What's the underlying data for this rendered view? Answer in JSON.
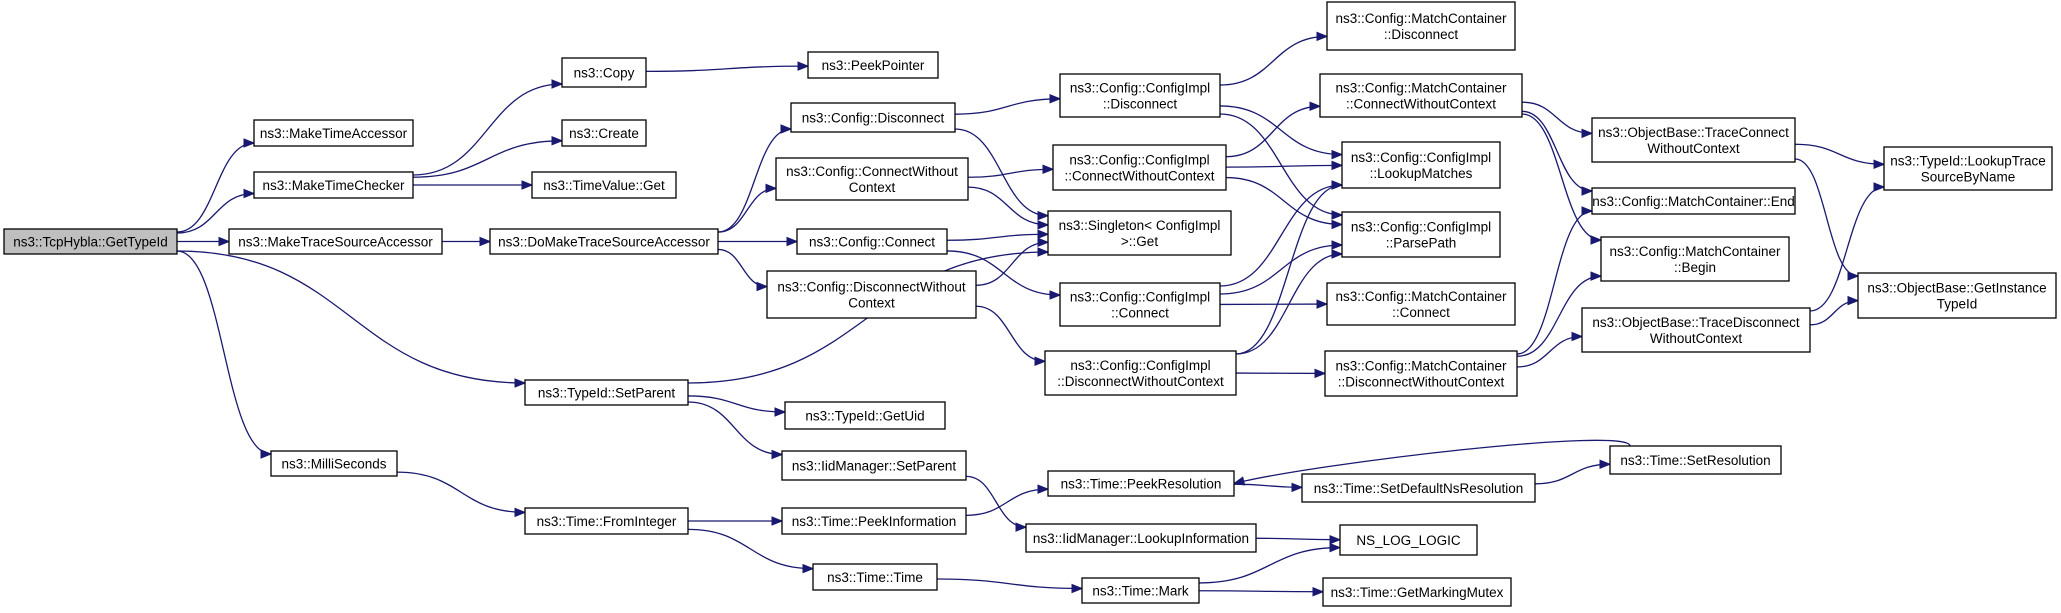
{
  "diagram": {
    "type": "call-graph",
    "colors": {
      "edge": "#191970",
      "node_border": "#000000",
      "root_fill": "#bfbfbf",
      "node_fill": "#ffffff"
    },
    "nodes": [
      {
        "id": "n0",
        "lines": [
          "ns3::TcpHybla::GetTypeId"
        ],
        "root": true
      },
      {
        "id": "n1",
        "lines": [
          "ns3::MakeTimeAccessor"
        ]
      },
      {
        "id": "n2",
        "lines": [
          "ns3::MakeTimeChecker"
        ]
      },
      {
        "id": "n3",
        "lines": [
          "ns3::MakeTraceSourceAccessor"
        ]
      },
      {
        "id": "n4",
        "lines": [
          "ns3::TypeId::SetParent"
        ]
      },
      {
        "id": "n5",
        "lines": [
          "ns3::MilliSeconds"
        ]
      },
      {
        "id": "n6",
        "lines": [
          "ns3::Copy"
        ]
      },
      {
        "id": "n7",
        "lines": [
          "ns3::Create"
        ]
      },
      {
        "id": "n8",
        "lines": [
          "ns3::TimeValue::Get"
        ]
      },
      {
        "id": "n9",
        "lines": [
          "ns3::DoMakeTraceSourceAccessor"
        ]
      },
      {
        "id": "n10",
        "lines": [
          "ns3::Time::FromInteger"
        ]
      },
      {
        "id": "n11",
        "lines": [
          "ns3::PeekPointer"
        ]
      },
      {
        "id": "n12",
        "lines": [
          "ns3::Config::Disconnect"
        ]
      },
      {
        "id": "n13",
        "lines": [
          "ns3::Config::ConnectWithout",
          "Context"
        ]
      },
      {
        "id": "n14",
        "lines": [
          "ns3::Config::Connect"
        ]
      },
      {
        "id": "n15",
        "lines": [
          "ns3::Config::DisconnectWithout",
          "Context"
        ]
      },
      {
        "id": "n16",
        "lines": [
          "ns3::TypeId::GetUid"
        ]
      },
      {
        "id": "n17",
        "lines": [
          "ns3::IidManager::SetParent"
        ]
      },
      {
        "id": "n18",
        "lines": [
          "ns3::Time::PeekInformation"
        ]
      },
      {
        "id": "n19",
        "lines": [
          "ns3::Time::Time"
        ]
      },
      {
        "id": "n20",
        "lines": [
          "ns3::Config::ConfigImpl",
          "::Disconnect"
        ]
      },
      {
        "id": "n21",
        "lines": [
          "ns3::Config::ConfigImpl",
          "::ConnectWithoutContext"
        ]
      },
      {
        "id": "n22",
        "lines": [
          "ns3::Singleton< ConfigImpl",
          ">::Get"
        ]
      },
      {
        "id": "n23",
        "lines": [
          "ns3::Config::ConfigImpl",
          "::Connect"
        ]
      },
      {
        "id": "n24",
        "lines": [
          "ns3::Config::ConfigImpl",
          "::DisconnectWithoutContext"
        ]
      },
      {
        "id": "n25",
        "lines": [
          "ns3::Time::PeekResolution"
        ]
      },
      {
        "id": "n26",
        "lines": [
          "ns3::IidManager::LookupInformation"
        ]
      },
      {
        "id": "n27",
        "lines": [
          "ns3::Time::Mark"
        ]
      },
      {
        "id": "n28",
        "lines": [
          "ns3::Config::MatchContainer",
          "::Disconnect"
        ]
      },
      {
        "id": "n29",
        "lines": [
          "ns3::Config::MatchContainer",
          "::ConnectWithoutContext"
        ]
      },
      {
        "id": "n30",
        "lines": [
          "ns3::Config::ConfigImpl",
          "::LookupMatches"
        ]
      },
      {
        "id": "n31",
        "lines": [
          "ns3::Config::ConfigImpl",
          "::ParsePath"
        ]
      },
      {
        "id": "n32",
        "lines": [
          "ns3::Config::MatchContainer",
          "::Connect"
        ]
      },
      {
        "id": "n33",
        "lines": [
          "ns3::Config::MatchContainer",
          "::DisconnectWithoutContext"
        ]
      },
      {
        "id": "n34",
        "lines": [
          "ns3::Time::SetDefaultNsResolution"
        ]
      },
      {
        "id": "n35",
        "lines": [
          "NS_LOG_LOGIC"
        ]
      },
      {
        "id": "n36",
        "lines": [
          "ns3::Time::GetMarkingMutex"
        ]
      },
      {
        "id": "n37",
        "lines": [
          "ns3::ObjectBase::TraceConnect",
          "WithoutContext"
        ]
      },
      {
        "id": "n38",
        "lines": [
          "ns3::Config::MatchContainer::End"
        ]
      },
      {
        "id": "n39",
        "lines": [
          "ns3::Config::MatchContainer",
          "::Begin"
        ]
      },
      {
        "id": "n40",
        "lines": [
          "ns3::ObjectBase::TraceDisconnect",
          "WithoutContext"
        ]
      },
      {
        "id": "n41",
        "lines": [
          "ns3::Time::SetResolution"
        ]
      },
      {
        "id": "n42",
        "lines": [
          "ns3::TypeId::LookupTrace",
          "SourceByName"
        ]
      },
      {
        "id": "n43",
        "lines": [
          "ns3::ObjectBase::GetInstance",
          "TypeId"
        ]
      }
    ],
    "edges": [
      [
        "n0",
        "n1"
      ],
      [
        "n0",
        "n2"
      ],
      [
        "n0",
        "n3"
      ],
      [
        "n0",
        "n4"
      ],
      [
        "n0",
        "n5"
      ],
      [
        "n2",
        "n6"
      ],
      [
        "n2",
        "n7"
      ],
      [
        "n2",
        "n8"
      ],
      [
        "n3",
        "n9"
      ],
      [
        "n6",
        "n11"
      ],
      [
        "n9",
        "n12"
      ],
      [
        "n9",
        "n13"
      ],
      [
        "n9",
        "n14"
      ],
      [
        "n9",
        "n15"
      ],
      [
        "n4",
        "n16"
      ],
      [
        "n4",
        "n17"
      ],
      [
        "n4",
        "n22"
      ],
      [
        "n5",
        "n10"
      ],
      [
        "n10",
        "n18"
      ],
      [
        "n10",
        "n19"
      ],
      [
        "n12",
        "n20"
      ],
      [
        "n12",
        "n22"
      ],
      [
        "n13",
        "n21"
      ],
      [
        "n13",
        "n22"
      ],
      [
        "n14",
        "n22"
      ],
      [
        "n14",
        "n23"
      ],
      [
        "n15",
        "n22"
      ],
      [
        "n15",
        "n24"
      ],
      [
        "n17",
        "n26"
      ],
      [
        "n18",
        "n25"
      ],
      [
        "n19",
        "n27"
      ],
      [
        "n20",
        "n28"
      ],
      [
        "n20",
        "n30"
      ],
      [
        "n20",
        "n31"
      ],
      [
        "n21",
        "n29"
      ],
      [
        "n21",
        "n30"
      ],
      [
        "n21",
        "n31"
      ],
      [
        "n23",
        "n30"
      ],
      [
        "n23",
        "n31"
      ],
      [
        "n23",
        "n32"
      ],
      [
        "n24",
        "n30"
      ],
      [
        "n24",
        "n31"
      ],
      [
        "n24",
        "n33"
      ],
      [
        "n25",
        "n34"
      ],
      [
        "n26",
        "n35"
      ],
      [
        "n27",
        "n35"
      ],
      [
        "n27",
        "n36"
      ],
      [
        "n29",
        "n37"
      ],
      [
        "n29",
        "n38"
      ],
      [
        "n29",
        "n39"
      ],
      [
        "n33",
        "n38"
      ],
      [
        "n33",
        "n39"
      ],
      [
        "n33",
        "n40"
      ],
      [
        "n34",
        "n41"
      ],
      [
        "n41",
        "n25"
      ],
      [
        "n37",
        "n42"
      ],
      [
        "n37",
        "n43"
      ],
      [
        "n40",
        "n42"
      ],
      [
        "n40",
        "n43"
      ]
    ]
  }
}
